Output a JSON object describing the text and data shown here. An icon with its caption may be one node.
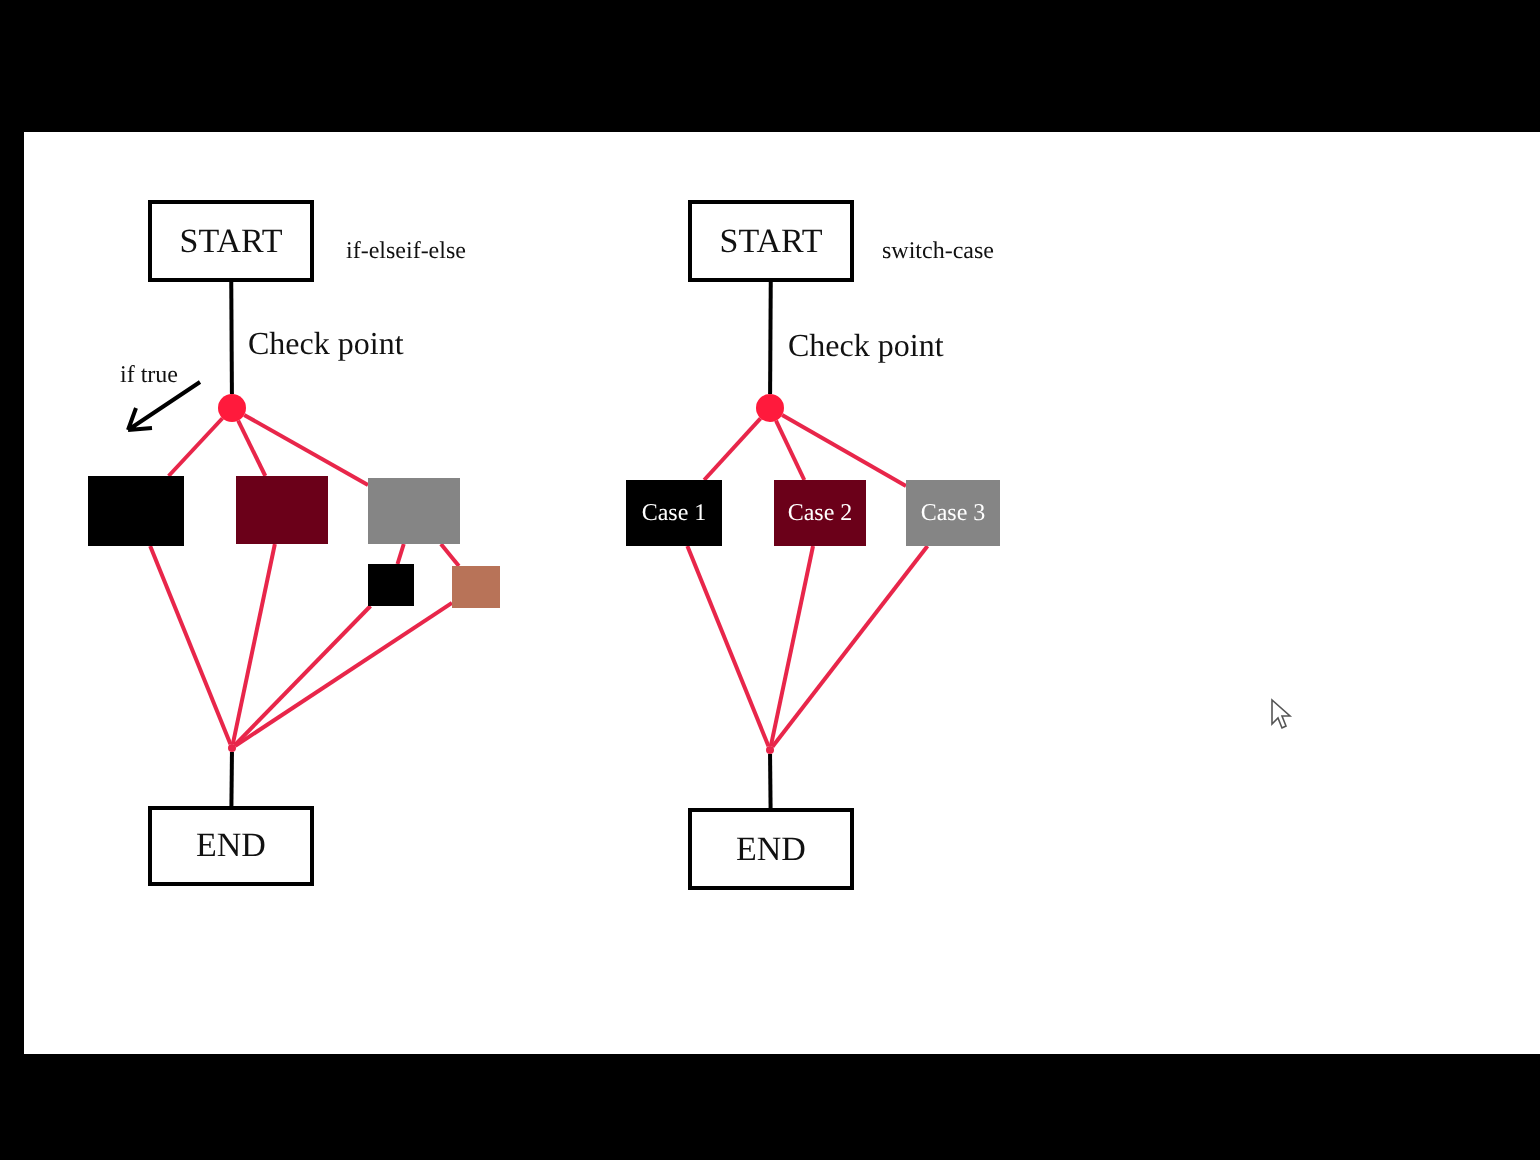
{
  "diagram": {
    "nodes": [
      {
        "text": [
          "START"
        ],
        "beside": [
          "if-elseif-else"
        ]
      },
      {
        "text": [],
        "shape": "circle",
        "beside": [
          "Check point"
        ]
      },
      {
        "text": [],
        "shape": "box"
      },
      {
        "text": [],
        "shape": "box"
      },
      {
        "text": [],
        "shape": "box"
      },
      {
        "text": [],
        "shape": "box"
      },
      {
        "text": [],
        "shape": "box"
      },
      {
        "text": [],
        "shape": "circle"
      },
      {
        "text": [
          "END"
        ]
      },
      {
        "text": [
          "START"
        ],
        "beside": [
          "switch-case"
        ]
      },
      {
        "text": [],
        "shape": "circle",
        "beside": [
          "Check point"
        ]
      },
      {
        "text": [
          "Case 1"
        ]
      },
      {
        "text": [
          "Case 2"
        ]
      },
      {
        "text": [
          "Case 3"
        ]
      },
      {
        "text": [],
        "shape": "circle"
      },
      {
        "text": [
          "END"
        ]
      }
    ],
    "edges": [
      {
        "from": 0,
        "to": 1,
        "arrow": "none",
        "color": "#000000"
      },
      {
        "from": 1,
        "to": 2,
        "arrow": "none"
      },
      {
        "from": 1,
        "to": 3,
        "arrow": "none"
      },
      {
        "from": 1,
        "to": 4,
        "arrow": "none"
      },
      {
        "from": 4,
        "to": 5,
        "arrow": "none"
      },
      {
        "from": 4,
        "to": 6,
        "arrow": "none"
      },
      {
        "from": 2,
        "to": 7,
        "arrow": "none"
      },
      {
        "from": 3,
        "to": 7,
        "arrow": "none"
      },
      {
        "from": 5,
        "to": 7,
        "arrow": "none"
      },
      {
        "from": 6,
        "to": 7,
        "arrow": "none"
      },
      {
        "from": 7,
        "to": 8,
        "arrow": "none",
        "color": "#000000"
      },
      {
        "from": 9,
        "to": 10,
        "arrow": "none",
        "color": "#000000"
      },
      {
        "from": 10,
        "to": 11,
        "arrow": "none"
      },
      {
        "from": 10,
        "to": 12,
        "arrow": "none"
      },
      {
        "from": 10,
        "to": 13,
        "arrow": "none"
      },
      {
        "from": 11,
        "to": 14,
        "arrow": "none"
      },
      {
        "from": 12,
        "to": 14,
        "arrow": "none"
      },
      {
        "from": 13,
        "to": 14,
        "arrow": "none"
      },
      {
        "from": 14,
        "to": 15,
        "arrow": "none",
        "color": "#000000"
      }
    ],
    "labels": [
      "if true"
    ]
  }
}
